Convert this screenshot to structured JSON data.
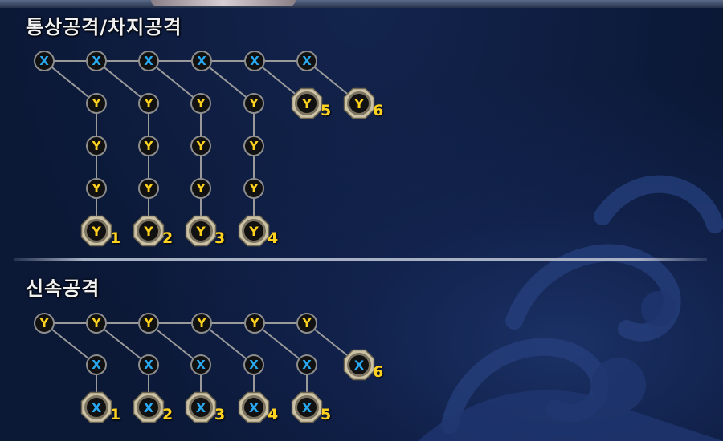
{
  "sections": [
    {
      "title": "통상공격/차지공격",
      "start_glyph": "X",
      "branch_glyph": "Y",
      "finishers": [
        {
          "number": "1",
          "glyph": "Y"
        },
        {
          "number": "2",
          "glyph": "Y"
        },
        {
          "number": "3",
          "glyph": "Y"
        },
        {
          "number": "4",
          "glyph": "Y"
        },
        {
          "number": "5",
          "glyph": "Y"
        },
        {
          "number": "6",
          "glyph": "Y"
        }
      ]
    },
    {
      "title": "신속공격",
      "start_glyph": "Y",
      "branch_glyph": "X",
      "finishers": [
        {
          "number": "1",
          "glyph": "X"
        },
        {
          "number": "2",
          "glyph": "X"
        },
        {
          "number": "3",
          "glyph": "X"
        },
        {
          "number": "4",
          "glyph": "X"
        },
        {
          "number": "5",
          "glyph": "X"
        },
        {
          "number": "6",
          "glyph": "X"
        }
      ]
    }
  ],
  "colors": {
    "x_button": "#29a9f2",
    "y_button": "#ffd21f",
    "number": "#ffd21f",
    "title": "#f2f2f2"
  }
}
